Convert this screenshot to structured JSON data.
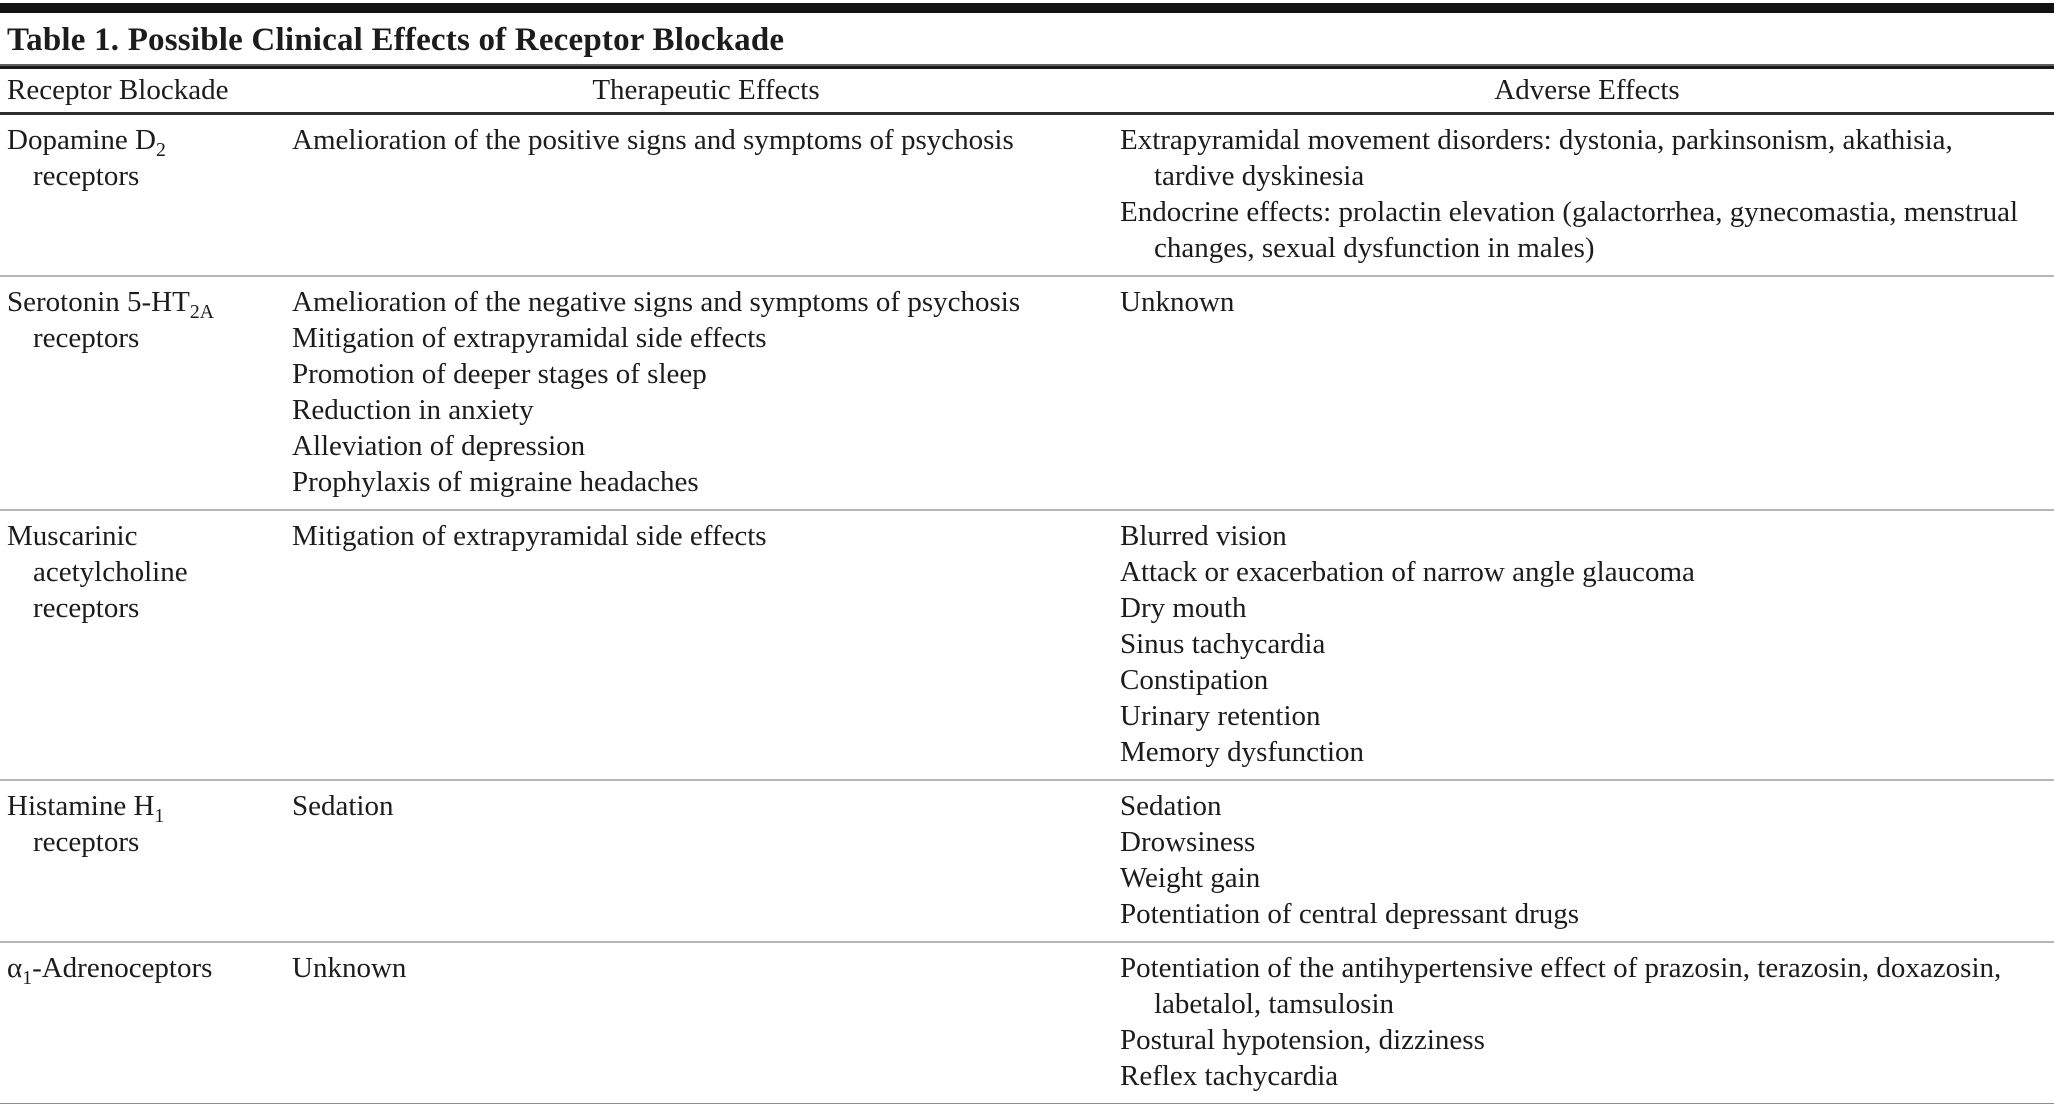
{
  "table": {
    "title": "Table 1. Possible Clinical Effects of Receptor Blockade",
    "columns": [
      "Receptor Blockade",
      "Therapeutic Effects",
      "Adverse Effects"
    ],
    "rows": [
      {
        "receptor_lines": [
          [
            {
              "t": "Dopamine D"
            },
            {
              "sub": "2"
            }
          ],
          [
            {
              "t": "receptors"
            }
          ]
        ],
        "therapeutic": [
          "Amelioration of the positive signs and symptoms of psychosis"
        ],
        "adverse": [
          "Extrapyramidal movement disorders: dystonia, parkinsonism, akathisia, tardive dyskinesia",
          "Endocrine effects: prolactin elevation (galactorrhea, gynecomastia, menstrual changes, sexual dysfunction in males)"
        ]
      },
      {
        "receptor_lines": [
          [
            {
              "t": "Serotonin 5-HT"
            },
            {
              "sub": "2A"
            }
          ],
          [
            {
              "t": "receptors"
            }
          ]
        ],
        "therapeutic": [
          "Amelioration of the negative signs and symptoms of psychosis",
          "Mitigation of extrapyramidal side effects",
          "Promotion of deeper stages of sleep",
          "Reduction in anxiety",
          "Alleviation of depression",
          "Prophylaxis of migraine headaches"
        ],
        "adverse": [
          "Unknown"
        ]
      },
      {
        "receptor_lines": [
          [
            {
              "t": "Muscarinic"
            }
          ],
          [
            {
              "t": "acetylcholine"
            }
          ],
          [
            {
              "t": "receptors"
            }
          ]
        ],
        "therapeutic": [
          "Mitigation of extrapyramidal side effects"
        ],
        "adverse": [
          "Blurred vision",
          "Attack or exacerbation of narrow angle glaucoma",
          "Dry mouth",
          "Sinus tachycardia",
          "Constipation",
          "Urinary retention",
          "Memory dysfunction"
        ]
      },
      {
        "receptor_lines": [
          [
            {
              "t": "Histamine H"
            },
            {
              "sub": "1"
            }
          ],
          [
            {
              "t": "receptors"
            }
          ]
        ],
        "therapeutic": [
          "Sedation"
        ],
        "adverse": [
          "Sedation",
          "Drowsiness",
          "Weight gain",
          "Potentiation of central depressant drugs"
        ]
      },
      {
        "receptor_lines": [
          [
            {
              "t": "α"
            },
            {
              "sub": "1"
            },
            {
              "t": "-Adrenoceptors"
            }
          ]
        ],
        "therapeutic": [
          "Unknown"
        ],
        "adverse": [
          "Potentiation of the antihypertensive effect of prazosin, terazosin, doxazosin, labetalol, tamsulosin",
          "Postural hypotension, dizziness",
          "Reflex tachycardia"
        ]
      }
    ],
    "colors": {
      "text": "#1c1c1c",
      "rule_dark": "#1a1a1a",
      "rule_light": "#b5b5b5",
      "background": "#ffffff"
    }
  }
}
